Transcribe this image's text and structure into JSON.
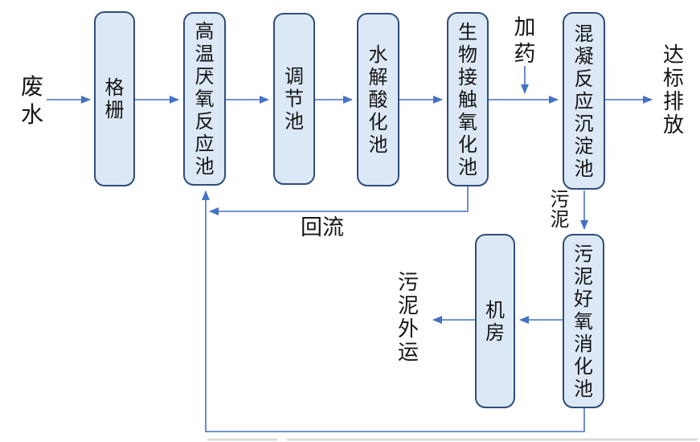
{
  "diagram": {
    "type": "process-flow",
    "subject": "wastewater treatment process",
    "boxes": [
      {
        "id": "grid",
        "label": "格栅"
      },
      {
        "id": "anaerobic",
        "label": "高温厌氧反应池"
      },
      {
        "id": "regulating",
        "label": "调节池"
      },
      {
        "id": "hydrolysis",
        "label": "水解酸化池"
      },
      {
        "id": "biocontact",
        "label": "生物接触氧化池"
      },
      {
        "id": "coagulation",
        "label": "混凝反应沉淀池"
      },
      {
        "id": "machine",
        "label": "机房"
      },
      {
        "id": "digestion",
        "label": "污泥好氧消化池"
      }
    ],
    "labels": {
      "influent": "废水",
      "dosing": "加药",
      "discharge": "达标排放",
      "reflux": "回流",
      "sludge": "污泥",
      "sludge_out": "污泥外运"
    },
    "edges": [
      {
        "from": "废水",
        "to": "格栅"
      },
      {
        "from": "格栅",
        "to": "高温厌氧反应池"
      },
      {
        "from": "高温厌氧反应池",
        "to": "调节池"
      },
      {
        "from": "调节池",
        "to": "水解酸化池"
      },
      {
        "from": "水解酸化池",
        "to": "生物接触氧化池"
      },
      {
        "from": "生物接触氧化池",
        "to": "混凝反应沉淀池",
        "note": "加药"
      },
      {
        "from": "混凝反应沉淀池",
        "to": "达标排放"
      },
      {
        "from": "生物接触氧化池",
        "to": "高温厌氧反应池",
        "note": "回流"
      },
      {
        "from": "混凝反应沉淀池",
        "to": "污泥好氧消化池",
        "note": "污泥"
      },
      {
        "from": "污泥好氧消化池",
        "to": "机房"
      },
      {
        "from": "机房",
        "to": "污泥外运"
      },
      {
        "from": "污泥好氧消化池",
        "to": "高温厌氧反应池"
      }
    ],
    "colors": {
      "node_fill": "#dce8f5",
      "node_border": "#2e4d7b",
      "arrow": "#4472c4",
      "text": "#1a1a1a",
      "background": "#ffffff"
    }
  }
}
